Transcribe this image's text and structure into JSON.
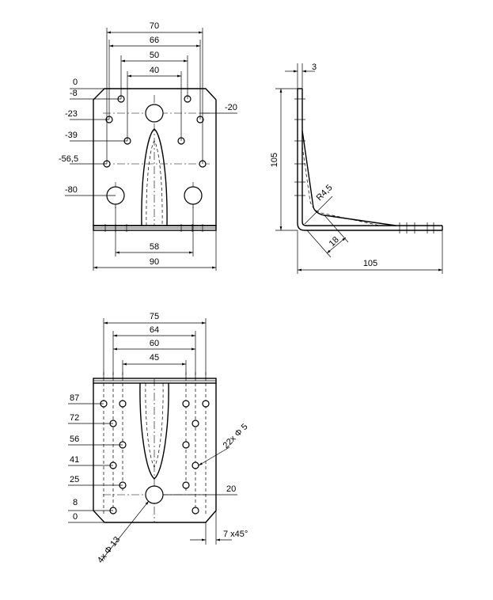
{
  "front_view": {
    "dim_70": "70",
    "dim_66": "66",
    "dim_50": "50",
    "dim_40": "40",
    "dim_58": "58",
    "dim_90": "90",
    "y_0": "0",
    "y_m8": "-8",
    "y_m23": "-23",
    "y_m39": "-39",
    "y_m565": "-56,5",
    "y_m80": "-80",
    "y_m20": "-20"
  },
  "side_view": {
    "dim_3": "3",
    "dim_105_vertical": "105",
    "dim_105_horizontal": "105",
    "radius": "R4,5",
    "dim_18": "18"
  },
  "bottom_view": {
    "dim_75": "75",
    "dim_64": "64",
    "dim_60": "60",
    "dim_45": "45",
    "y_87": "87",
    "y_72": "72",
    "y_56": "56",
    "y_41": "41",
    "y_25": "25",
    "y_8": "8",
    "y_0": "0",
    "dim_20": "20",
    "holes_small": "22x Φ 5",
    "holes_large": "4x Φ 13",
    "chamfer": "7 x45°"
  }
}
